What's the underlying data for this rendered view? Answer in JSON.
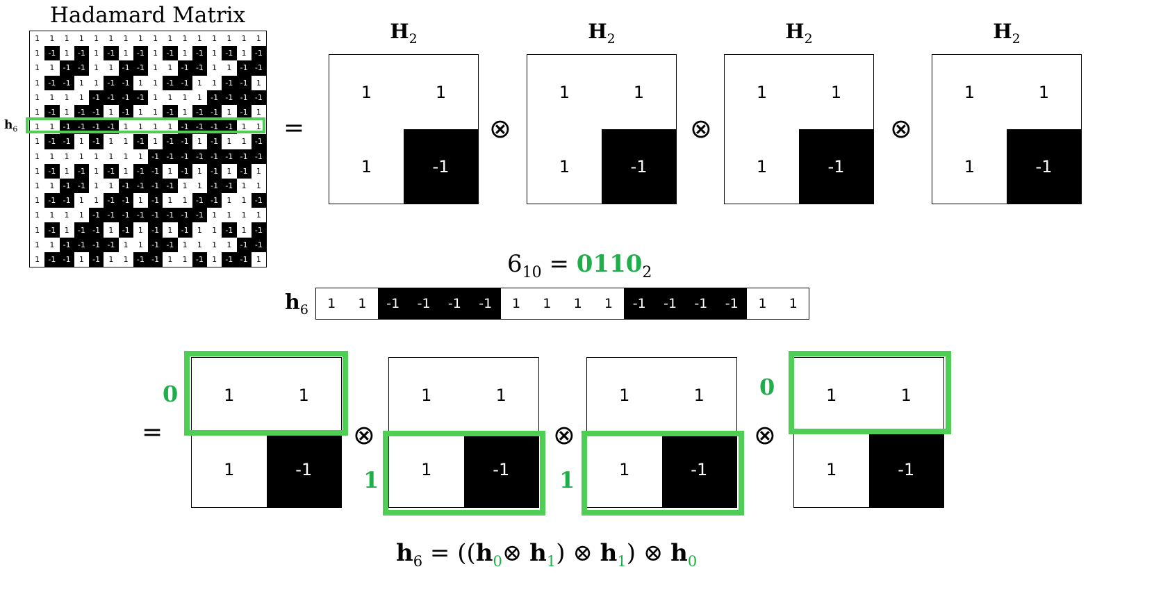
{
  "hadamard": {
    "title": "Hadamard Matrix",
    "row_label": "h",
    "row_label_sub": "6",
    "highlighted_row_index": 6,
    "rows": [
      [
        1,
        1,
        1,
        1,
        1,
        1,
        1,
        1,
        1,
        1,
        1,
        1,
        1,
        1,
        1,
        1
      ],
      [
        1,
        -1,
        1,
        -1,
        1,
        -1,
        1,
        -1,
        1,
        -1,
        1,
        -1,
        1,
        -1,
        1,
        -1
      ],
      [
        1,
        1,
        -1,
        -1,
        1,
        1,
        -1,
        -1,
        1,
        1,
        -1,
        -1,
        1,
        1,
        -1,
        -1
      ],
      [
        1,
        -1,
        -1,
        1,
        1,
        -1,
        -1,
        1,
        1,
        -1,
        -1,
        1,
        1,
        -1,
        -1,
        1
      ],
      [
        1,
        1,
        1,
        1,
        -1,
        -1,
        -1,
        -1,
        1,
        1,
        1,
        1,
        -1,
        -1,
        -1,
        -1
      ],
      [
        1,
        -1,
        1,
        -1,
        -1,
        1,
        -1,
        1,
        1,
        -1,
        1,
        -1,
        -1,
        1,
        -1,
        1
      ],
      [
        1,
        1,
        -1,
        -1,
        -1,
        -1,
        1,
        1,
        1,
        1,
        -1,
        -1,
        -1,
        -1,
        1,
        1
      ],
      [
        1,
        -1,
        -1,
        1,
        -1,
        1,
        1,
        -1,
        1,
        -1,
        -1,
        1,
        -1,
        1,
        1,
        -1
      ],
      [
        1,
        1,
        1,
        1,
        1,
        1,
        1,
        1,
        -1,
        -1,
        -1,
        -1,
        -1,
        -1,
        -1,
        -1
      ],
      [
        1,
        -1,
        1,
        -1,
        1,
        -1,
        1,
        -1,
        -1,
        1,
        -1,
        1,
        -1,
        1,
        -1,
        1
      ],
      [
        1,
        1,
        -1,
        -1,
        1,
        1,
        -1,
        -1,
        -1,
        -1,
        1,
        1,
        -1,
        -1,
        1,
        1
      ],
      [
        1,
        -1,
        -1,
        1,
        1,
        -1,
        -1,
        1,
        -1,
        1,
        1,
        -1,
        -1,
        1,
        1,
        -1
      ],
      [
        1,
        1,
        1,
        1,
        -1,
        -1,
        -1,
        -1,
        -1,
        -1,
        -1,
        -1,
        1,
        1,
        1,
        1
      ],
      [
        1,
        -1,
        1,
        -1,
        -1,
        1,
        -1,
        1,
        -1,
        1,
        -1,
        1,
        1,
        -1,
        1,
        -1
      ],
      [
        1,
        1,
        -1,
        -1,
        -1,
        -1,
        1,
        1,
        -1,
        -1,
        1,
        1,
        1,
        1,
        -1,
        -1
      ],
      [
        1,
        -1,
        -1,
        1,
        -1,
        1,
        1,
        -1,
        -1,
        1,
        1,
        -1,
        1,
        -1,
        -1,
        1
      ]
    ]
  },
  "symbols": {
    "equals": "=",
    "otimes": "⊗"
  },
  "h2": {
    "title": "H",
    "title_sub": "2",
    "cells": [
      "1",
      "1",
      "1",
      "-1"
    ]
  },
  "binary": {
    "lhs": "6",
    "lhs_sub": "10",
    "equals": "=",
    "rhs": "0110",
    "rhs_sub": "2"
  },
  "vector": {
    "label": "h",
    "label_sub": "6",
    "values": [
      "1",
      "1",
      "-1",
      "-1",
      "-1",
      "-1",
      "1",
      "1",
      "1",
      "1",
      "-1",
      "-1",
      "-1",
      "-1",
      "1",
      "1"
    ]
  },
  "decomposition": {
    "bits": [
      "0",
      "1",
      "1",
      "0"
    ]
  },
  "formula": {
    "lhs": "h",
    "lhs_sub": "6",
    "eq": " = ((",
    "t1": "h",
    "t1_sub": "0",
    "op1": "⊗ ",
    "t2": "h",
    "t2_sub": "1",
    "close1": ") ⊗ ",
    "t3": "h",
    "t3_sub": "1",
    "close2": ") ⊗ ",
    "t4": "h",
    "t4_sub": "0"
  },
  "colors": {
    "highlight": "#4fce55",
    "bit_text": "#1fae4a"
  }
}
